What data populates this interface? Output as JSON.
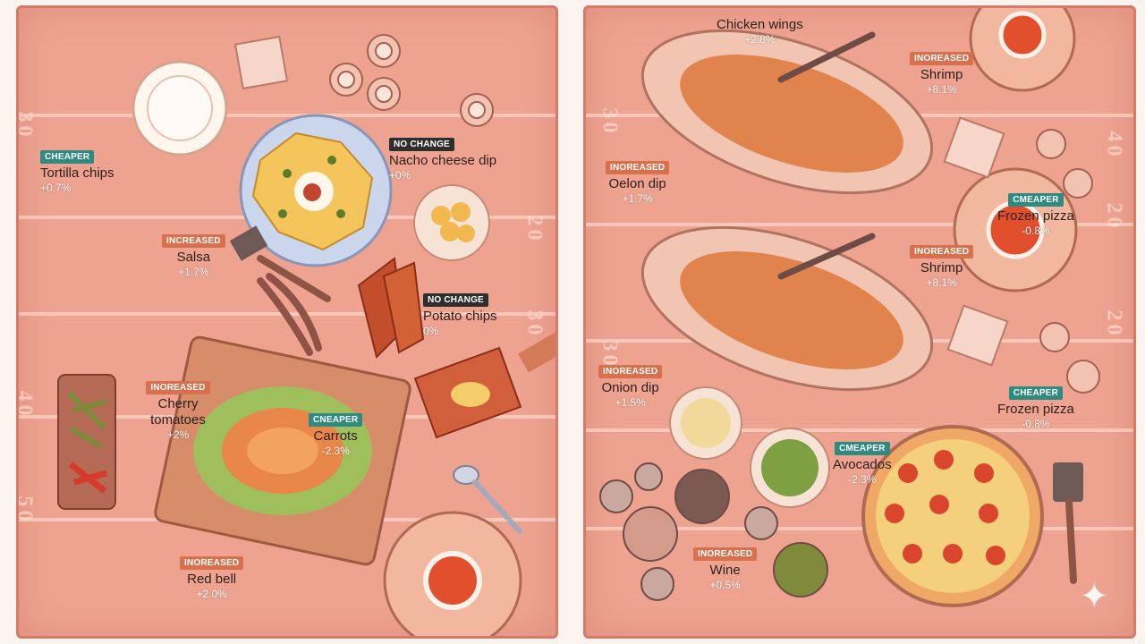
{
  "colors": {
    "increased": "#d9704d",
    "cheaper": "#2f8a80",
    "no_change": "#2e2e2e",
    "tablecloth": "#eea391"
  },
  "left": {
    "yard_numbers": [
      "3",
      "0",
      "2",
      "0",
      "3",
      "0",
      "4",
      "0",
      "5",
      "0"
    ],
    "items": [
      {
        "badge": "CHEAPER",
        "name": "Tortilla chips",
        "change": "+0.7%"
      },
      {
        "badge": "NO CHANGE",
        "name": "Nacho cheese dip",
        "change": "+0%"
      },
      {
        "badge": "INCREASED",
        "name": "Salsa",
        "change": "+1.7%"
      },
      {
        "badge": "NO CHANGE",
        "name": "Potato chips",
        "change": "0%"
      },
      {
        "badge": "INOREASED",
        "name": "Cherry tomatoes",
        "change": "+2%"
      },
      {
        "badge": "CNEAPER",
        "name": "Carrots",
        "change": "-2.3%"
      },
      {
        "badge": "INOREASED",
        "name": "Red bell",
        "change": "+2.0%"
      }
    ]
  },
  "right": {
    "yard_numbers": [
      "3",
      "0",
      "4",
      "0",
      "2",
      "0",
      "3",
      "0",
      "2",
      "0"
    ],
    "items": [
      {
        "badge": "",
        "name": "Chicken wings",
        "change": "+2.8%"
      },
      {
        "badge": "INOREASED",
        "name": "Shrimp",
        "change": "+8.1%"
      },
      {
        "badge": "INOREASED",
        "name": "Oelon dip",
        "change": "+1.7%"
      },
      {
        "badge": "CMEAPER",
        "name": "Frozen pizza",
        "change": "-0.8%"
      },
      {
        "badge": "INOREASED",
        "name": "Shrimp",
        "change": "+8.1%"
      },
      {
        "badge": "INOREASED",
        "name": "Onion dip",
        "change": "+1.5%"
      },
      {
        "badge": "CHEAPER",
        "name": "Frozen pizza",
        "change": "-0.8%"
      },
      {
        "badge": "CMEAPER",
        "name": "Avocados",
        "change": "-2.3%"
      },
      {
        "badge": "INOREASED",
        "name": "Wine",
        "change": "+0.5%"
      }
    ]
  }
}
